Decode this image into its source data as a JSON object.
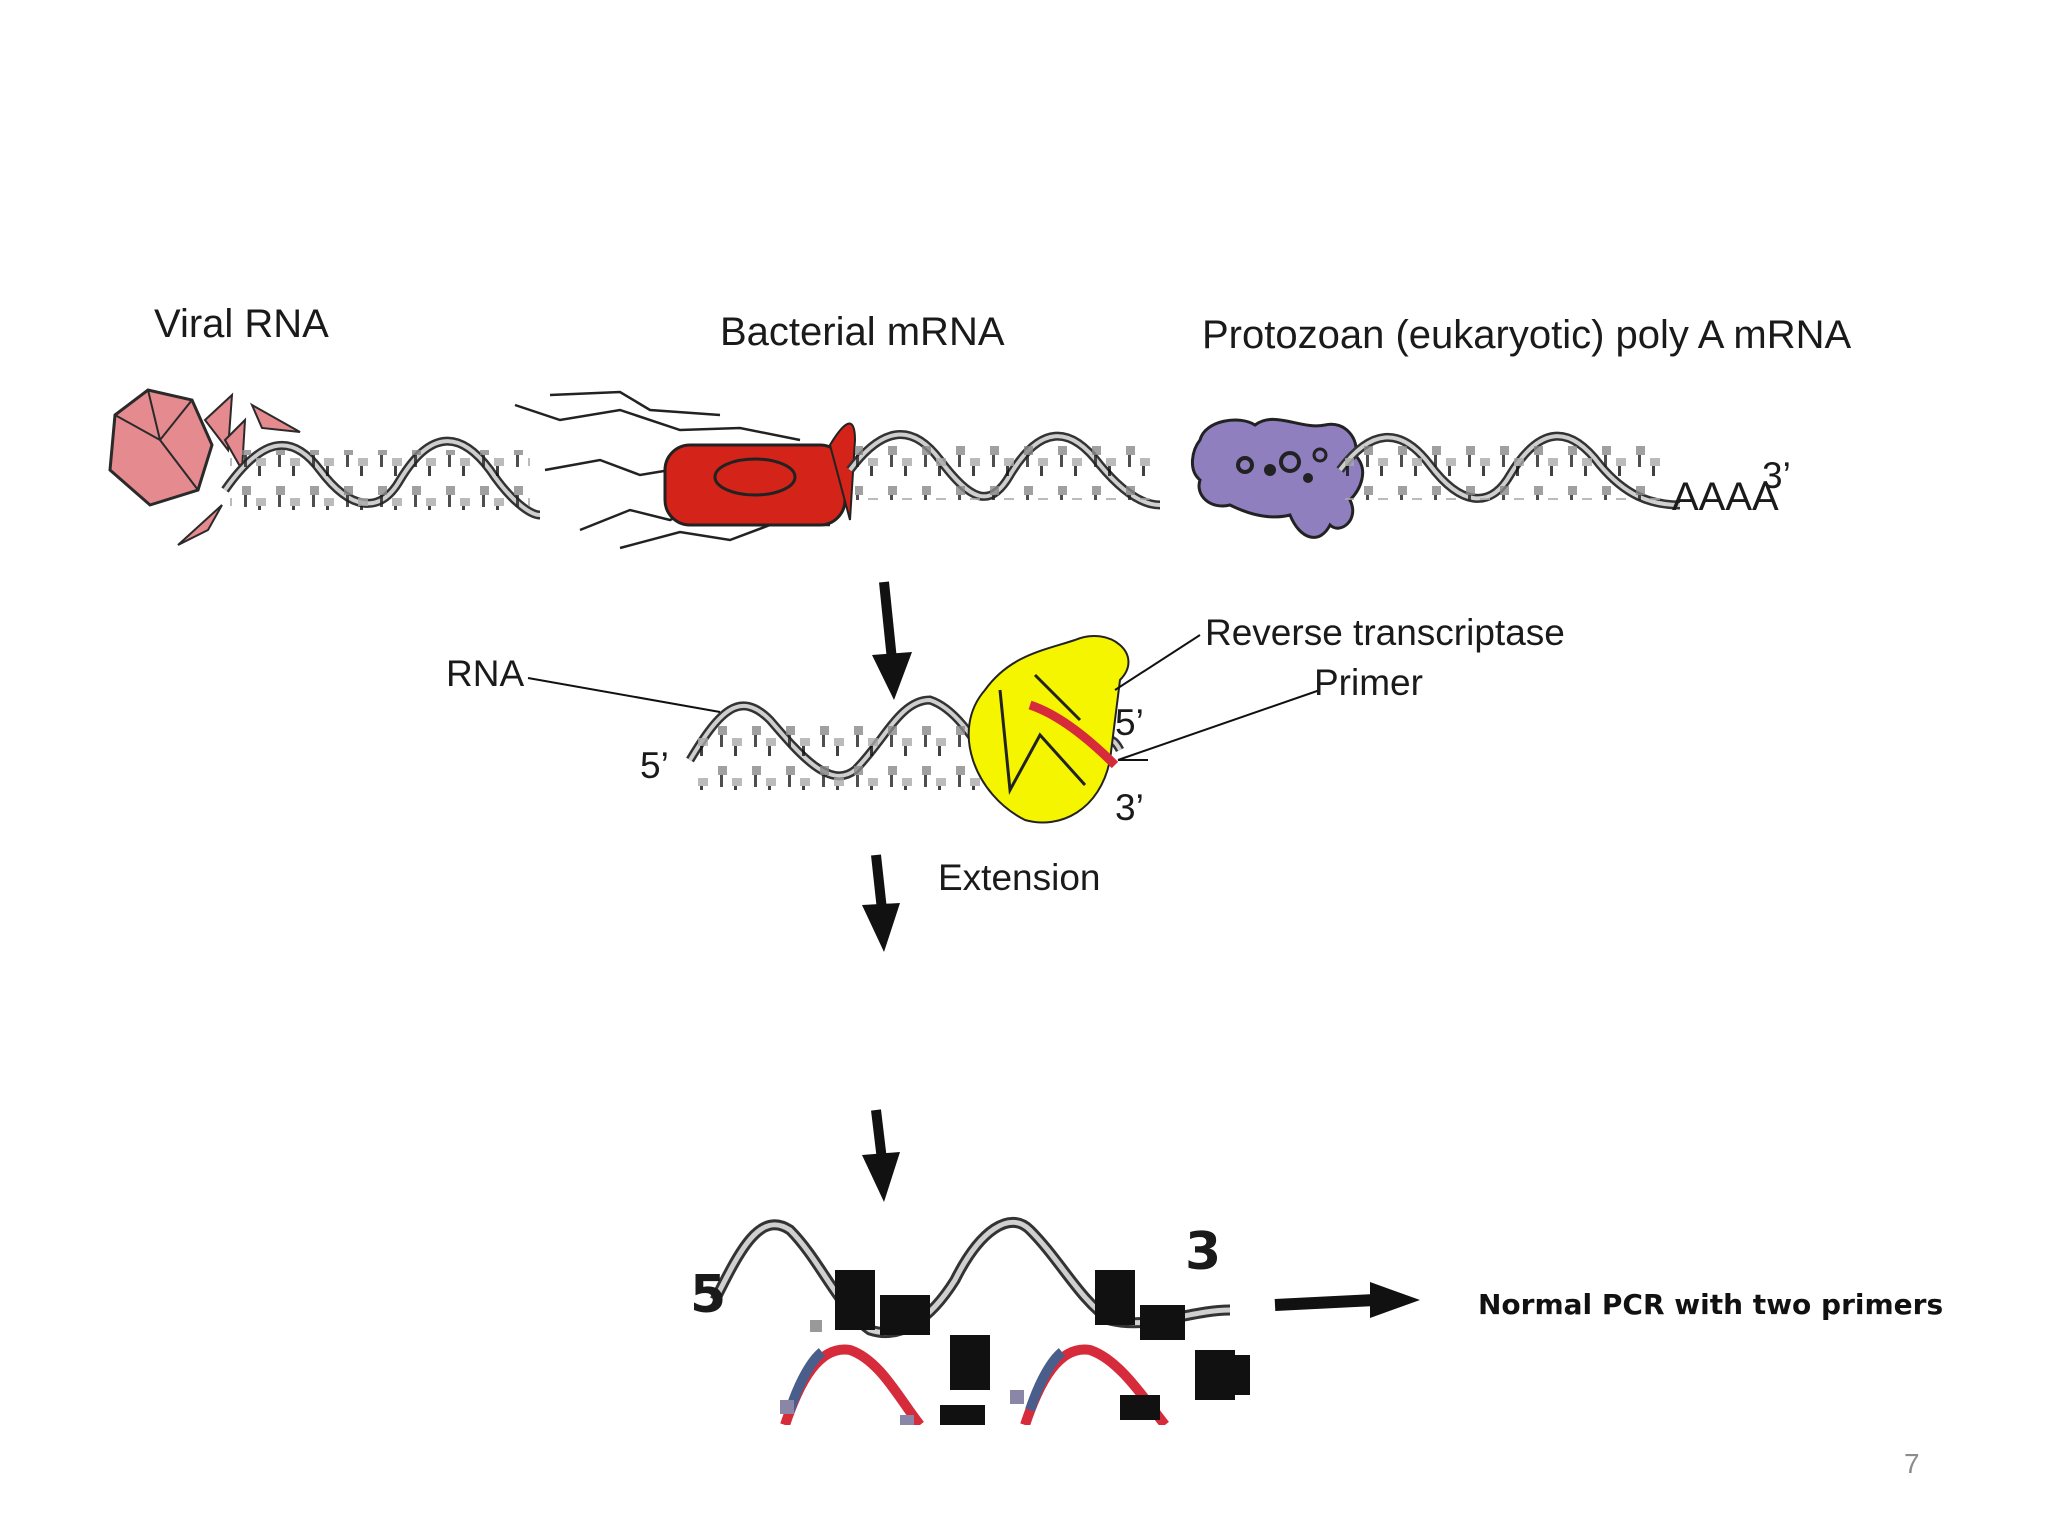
{
  "sources": {
    "viral": "Viral RNA",
    "bacterial": "Bacterial mRNA",
    "protozoan": "Protozoan (eukaryotic) poly A mRNA"
  },
  "polyA": {
    "tail": "AAAA",
    "end": "3’"
  },
  "rt_step": {
    "rna_label": "RNA",
    "enzyme_label": "Reverse transcriptase",
    "primer_label": "Primer",
    "rna_5prime": "5’",
    "primer_5prime": "5’",
    "primer_3prime": "3’",
    "extension_label": "Extension"
  },
  "product": {
    "end_5": "5",
    "end_3": "3",
    "pcr_label": "Normal PCR with two primers"
  },
  "page_number": "7",
  "colors": {
    "virus": "#e58a8f",
    "bacterium": "#d42318",
    "protozoan": "#8f7fbf",
    "enzyme": "#f5f500",
    "primer": "#d62b3a",
    "arrow": "#111111"
  }
}
